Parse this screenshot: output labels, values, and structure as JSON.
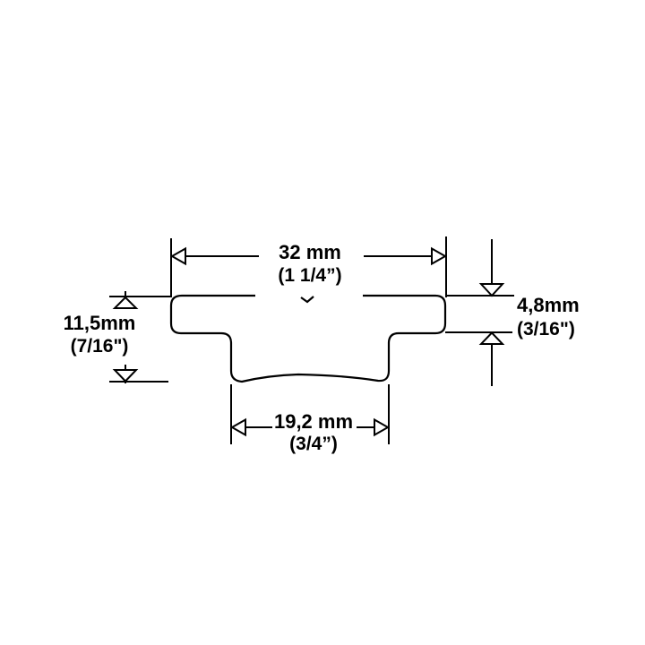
{
  "drawing": {
    "kind": "profile-cross-section-technical-drawing",
    "background_color": "#ffffff",
    "line_color": "#000000",
    "dimensions": {
      "top_width": {
        "metric": "32 mm",
        "imperial": "(1 1/4”)",
        "position": "top-horizontal"
      },
      "flange_thickness": {
        "metric": "4,8mm",
        "imperial": "(3/16\")",
        "position": "right-vertical"
      },
      "total_height": {
        "metric": "11,5mm",
        "imperial": "(7/16\")",
        "position": "left-vertical"
      },
      "slot_width": {
        "metric": "19,2 mm",
        "imperial": "(3/4”)",
        "position": "bottom-horizontal"
      }
    }
  }
}
